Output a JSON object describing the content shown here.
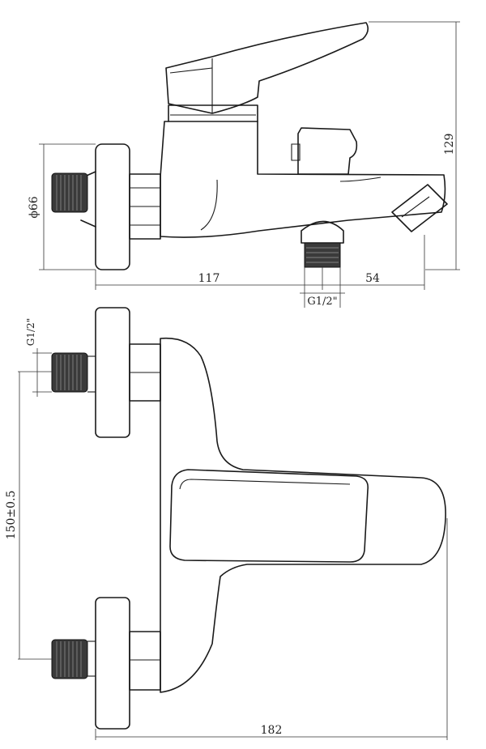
{
  "dimensions": {
    "flange_diameter": "ϕ66",
    "height_129": "129",
    "length_117": "117",
    "length_54": "54",
    "outlet_thread": "G1/2\"",
    "inlet_thread": "G1/2\"",
    "centers_150": "150±0.5",
    "width_182": "182"
  }
}
